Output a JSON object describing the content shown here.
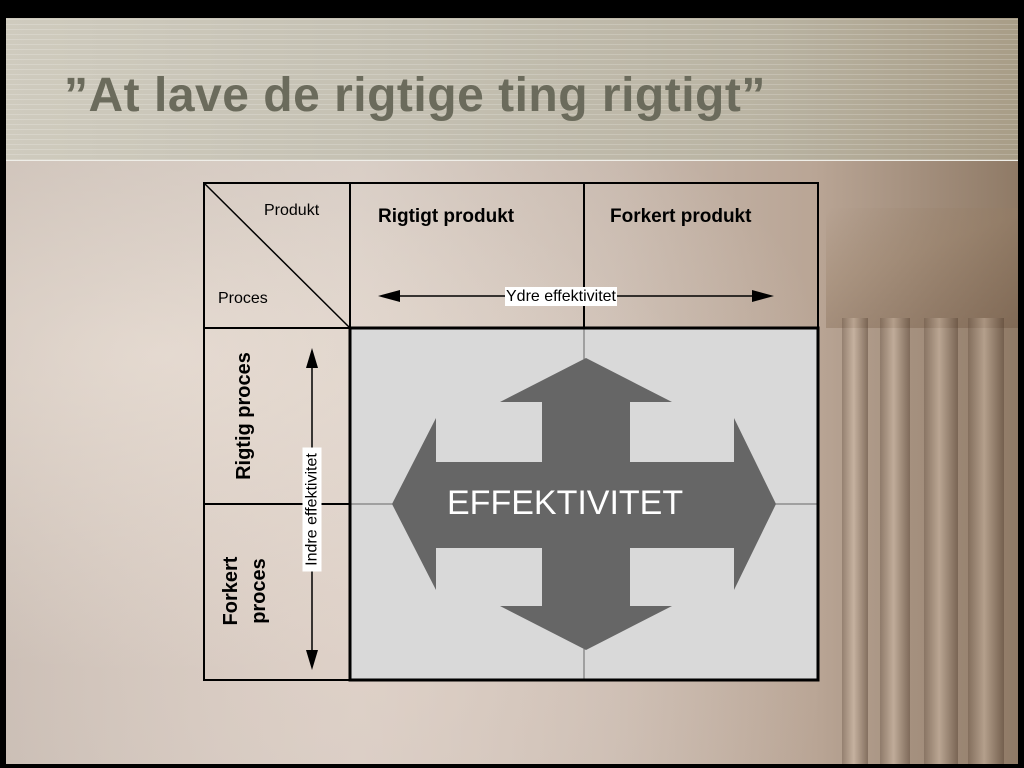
{
  "title": "”At lave de rigtige ting rigtigt”",
  "matrix": {
    "corner_top_label": "Produkt",
    "corner_bottom_label": "Proces",
    "col_headers": [
      "Rigtigt produkt",
      "Forkert produkt"
    ],
    "row_headers": [
      "Rigtig proces",
      "Forkert proces"
    ],
    "row_header_lines": {
      "forkert_line1": "Forkert",
      "forkert_line2": "proces"
    },
    "horizontal_arrow_label": "Ydre effektivitet",
    "vertical_arrow_label": "Indre effektivitet",
    "center_label": "EFFEKTIVITET"
  },
  "colors": {
    "title_text": "#6b6b5c",
    "grid_fill": "#d9d9d9",
    "cross_arrow": "#666666",
    "lines": "#000000"
  }
}
